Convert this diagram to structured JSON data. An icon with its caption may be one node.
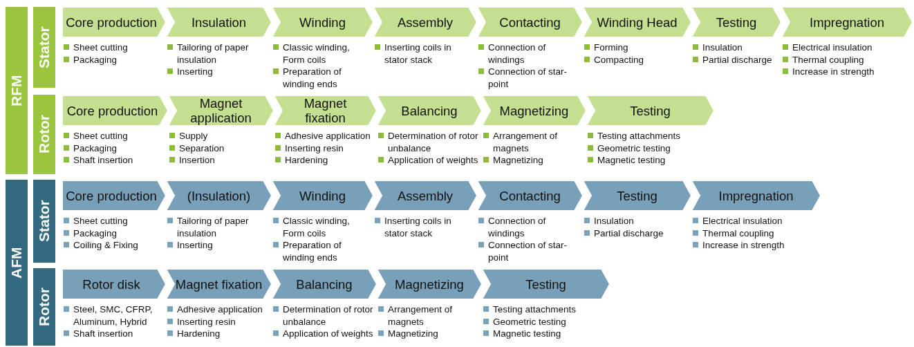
{
  "diagram": {
    "nodes": [
      {
        "text": [
          "RFM"
        ]
      },
      {
        "text": [
          "Stator"
        ]
      },
      {
        "text": [
          "Core production"
        ],
        "beside": [
          "Sheet cutting",
          "Packaging"
        ]
      },
      {
        "text": [
          "Insulation"
        ],
        "beside": [
          "Tailoring of paper insulation",
          "Inserting"
        ]
      },
      {
        "text": [
          "Winding"
        ],
        "beside": [
          "Classic winding, Form coils",
          "Preparation of winding ends"
        ]
      },
      {
        "text": [
          "Assembly"
        ],
        "beside": [
          "Inserting coils in stator stack"
        ]
      },
      {
        "text": [
          "Contacting"
        ],
        "beside": [
          "Connection of windings",
          "Connection of star-point"
        ]
      },
      {
        "text": [
          "Winding Head"
        ],
        "beside": [
          "Forming",
          "Compacting"
        ]
      },
      {
        "text": [
          "Testing"
        ],
        "beside": [
          "Insulation",
          "Partial discharge"
        ]
      },
      {
        "text": [
          "Impregnation"
        ],
        "beside": [
          "Electrical insulation",
          "Thermal coupling",
          "Increase in strength"
        ]
      },
      {
        "text": [
          "Rotor"
        ]
      },
      {
        "text": [
          "Core production"
        ],
        "beside": [
          "Sheet cutting",
          "Packaging",
          "Shaft insertion"
        ]
      },
      {
        "text": [
          "Magnet application"
        ],
        "beside": [
          "Supply",
          "Separation",
          "Insertion"
        ]
      },
      {
        "text": [
          "Magnet fixation"
        ],
        "beside": [
          "Adhesive application",
          "Inserting resin",
          "Hardening"
        ]
      },
      {
        "text": [
          "Balancing"
        ],
        "beside": [
          "Determination of rotor unbalance",
          "Application of weights"
        ]
      },
      {
        "text": [
          "Magnetizing"
        ],
        "beside": [
          "Arrangement of magnets",
          "Magnetizing"
        ]
      },
      {
        "text": [
          "Testing"
        ],
        "beside": [
          "Testing attachments",
          "Geometric testing",
          "Magnetic testing"
        ]
      },
      {
        "text": [
          "AFM"
        ]
      },
      {
        "text": [
          "Stator"
        ]
      },
      {
        "text": [
          "Core production"
        ],
        "beside": [
          "Sheet cutting",
          "Packaging",
          "Coiling & Fixing"
        ]
      },
      {
        "text": [
          "(Insulation)"
        ],
        "beside": [
          "Tailoring of paper insulation",
          "Inserting"
        ]
      },
      {
        "text": [
          "Winding"
        ],
        "beside": [
          "Classic winding, Form coils",
          "Preparation of winding ends"
        ]
      },
      {
        "text": [
          "Assembly"
        ],
        "beside": [
          "Inserting coils in stator stack"
        ]
      },
      {
        "text": [
          "Contacting"
        ],
        "beside": [
          "Connection of windings",
          "Connection of star-point"
        ]
      },
      {
        "text": [
          "Testing"
        ],
        "beside": [
          "Insulation",
          "Partial discharge"
        ]
      },
      {
        "text": [
          "Impregnation"
        ],
        "beside": [
          "Electrical insulation",
          "Thermal coupling",
          "Increase in strength"
        ]
      },
      {
        "text": [
          "Rotor"
        ]
      },
      {
        "text": [
          "Rotor disk"
        ],
        "beside": [
          "Steel, SMC, CFRP, Aluminum, Hybrid",
          "Shaft insertion"
        ]
      },
      {
        "text": [
          "Magnet fixation"
        ],
        "beside": [
          "Adhesive application",
          "Inserting resin",
          "Hardening"
        ]
      },
      {
        "text": [
          "Balancing"
        ],
        "beside": [
          "Determination of rotor unbalance",
          "Application of weights"
        ]
      },
      {
        "text": [
          "Magnetizing"
        ],
        "beside": [
          "Arrangement of magnets",
          "Magnetizing"
        ]
      },
      {
        "text": [
          "Testing"
        ],
        "beside": [
          "Testing attachments",
          "Geometric testing",
          "Magnetic testing"
        ]
      }
    ]
  }
}
